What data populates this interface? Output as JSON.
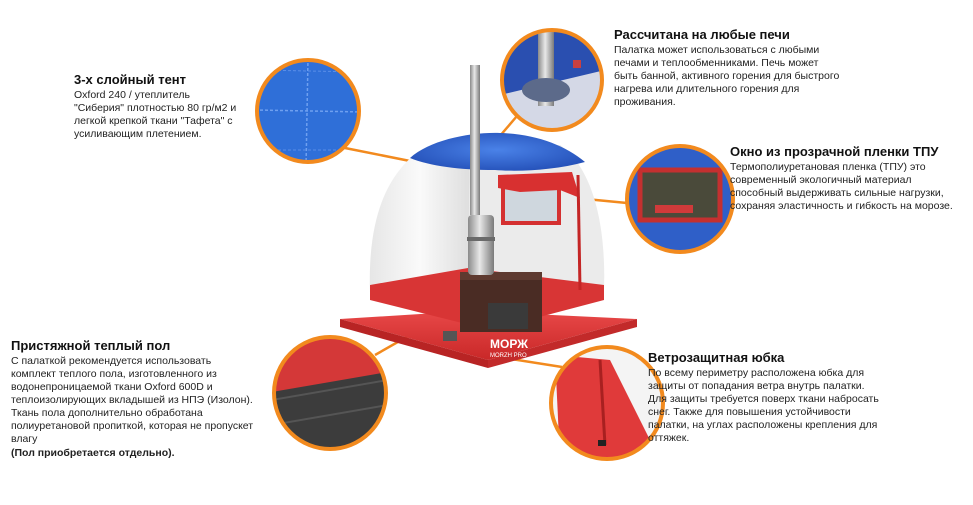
{
  "features": {
    "layers": {
      "title": "3-х слойный тент",
      "lines": [
        "Oxford 240 / утеплитель",
        "\"Сиберия\" плотностью 80 гр/м2 и",
        "легкой крепкой ткани \"Тафета\" с",
        "усиливающим плетением."
      ]
    },
    "stoves": {
      "title": "Рассчитана на любые печи",
      "lines": [
        "Палатка может использоваться с любыми",
        "печами и теплообменниками. Печь может",
        "быть банной, активного горения для быстрого",
        "нагрева или длительного горения для",
        "проживания."
      ]
    },
    "window": {
      "title": "Окно из прозрачной пленки ТПУ",
      "lines": [
        "Термополиуретановая пленка (ТПУ) это",
        "современный экологичный материал",
        "способный выдерживать сильные нагрузки,",
        "сохраняя эластичность и гибкость на морозе."
      ]
    },
    "floor": {
      "title": "Пристяжной теплый пол",
      "lines": [
        "С палаткой рекомендуется использовать",
        "комплект теплого пола, изготовленного из",
        "водонепроницаемой ткани Oxford 600D и",
        "теплоизолирующих вкладышей из НПЭ (Изолон).",
        "Ткань пола дополнительно обработана",
        "полиуретановой пропиткой, которая не пропускет",
        "влагу"
      ],
      "note": "(Пол приобретается отдельно)."
    },
    "skirt": {
      "title": "Ветрозащитная юбка",
      "lines": [
        "По всему периметру расположена юбка для",
        "защиты от попадания ветра внутрь палатки.",
        "Для защиты требуется поверх ткани набросать",
        "снег. Также для повышения устойчивости",
        "палатки, на углах расположены крепления для",
        "оттяжек."
      ]
    }
  },
  "stove_logo": {
    "brand": "МОРЖ",
    "sub": "MORZH PRO"
  },
  "colors": {
    "callout_ring": "#f28a1e",
    "tent_blue": "#2f5fc8",
    "tent_red": "#e23b3b",
    "tent_inner": "#f2f2f2"
  }
}
